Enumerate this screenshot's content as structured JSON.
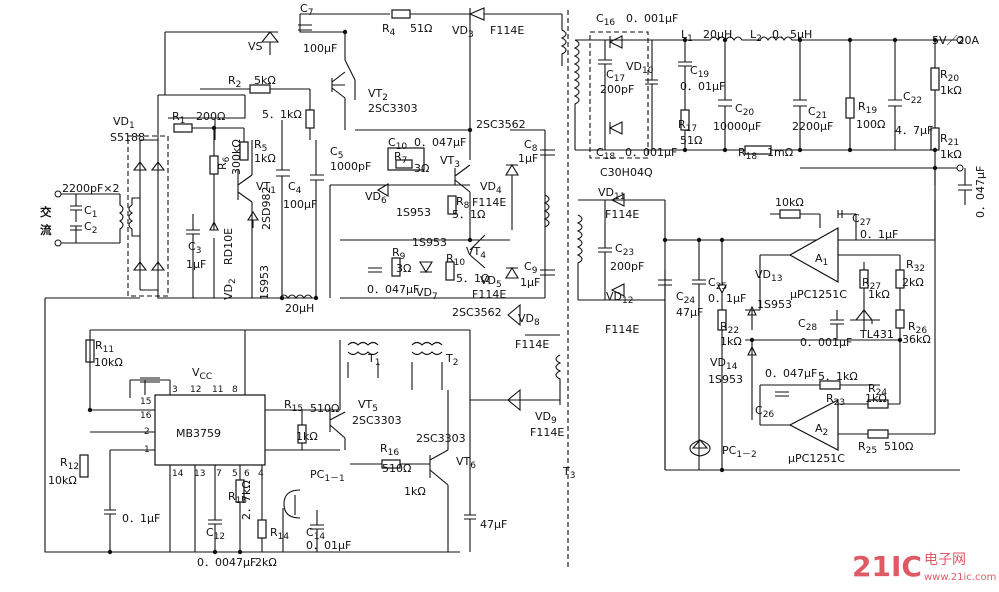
{
  "labels": {
    "out_label": "5V／20A",
    "r20": "R",
    "r20s": "20",
    "r20v": "1kΩ",
    "r21": "R",
    "r21s": "21",
    "r21v": "1kΩ",
    "r19": "R",
    "r19s": "19",
    "r19v": "100Ω",
    "c22": "C",
    "c22s": "22",
    "c22v": "4．7μF",
    "c21": "C",
    "c21s": "21",
    "c21v": "2200μF",
    "c20": "C",
    "c20s": "20",
    "c20v": "10000μF",
    "c19": "C",
    "c19s": "19",
    "c19v": "0．01μF",
    "r17": "R",
    "r17s": "17",
    "r17v": "51Ω",
    "r18": "R",
    "r18s": "18",
    "r18v": "1mΩ",
    "l1": "L",
    "l1s": "1",
    "l1v": "20μH",
    "l2": "L",
    "l2s": "2",
    "l2v": "0．5μH",
    "c16": "C",
    "c16s": "16",
    "c16v": "0．001μF",
    "c17": "C",
    "c17s": "17",
    "c17v": "200pF",
    "c18": "C",
    "c18s": "18",
    "c18v": "0．001μF",
    "vd10": "VD",
    "vd10s": "10",
    "diode_pair": "C30H04Q",
    "cout_v": "0．047μF",
    "vd11": "VD",
    "vd11s": "11",
    "vd11t": "F114E",
    "vd12": "VD",
    "vd12s": "12",
    "vd12t": "F114E",
    "c23": "C",
    "c23s": "23",
    "c23v": "200pF",
    "c24": "C",
    "c24s": "24",
    "c24v": "47μF",
    "c25": "C",
    "c25s": "25",
    "c25v": "0．1μF",
    "vd13": "VD",
    "vd13s": "13",
    "vd13t": "1S953",
    "r22": "R",
    "r22s": "22",
    "r22v": "1kΩ",
    "vd14": "VD",
    "vd14s": "14",
    "vd14t": "1S953",
    "a1": "A",
    "a1s": "1",
    "a1t": "μPC1251C",
    "a2": "A",
    "a2s": "2",
    "a2t": "μPC1251C",
    "c27": "C",
    "c27s": "27",
    "c27v": "0．1μF",
    "r10k": "10kΩ",
    "r27": "R",
    "r27s": "27",
    "r27v": "1kΩ",
    "r32": "R",
    "r32s": "32",
    "r32v": "2kΩ",
    "r26": "R",
    "r26s": "26",
    "r26v": "36kΩ",
    "c28": "C",
    "c28s": "28",
    "c28v": "0．001μF",
    "tl431": "TL431",
    "c26": "C",
    "c26s": "26",
    "c26v": "0．047μF",
    "r23": "R",
    "r23s": "23",
    "r23v": "5．1kΩ",
    "r24": "R",
    "r24s": "24",
    "r24v": "1kΩ",
    "r25": "R",
    "r25s": "25",
    "r25v": "510Ω",
    "pc12": "PC",
    "pc12s": "1－2",
    "t3": "T",
    "t3s": "3",
    "c16b": "C",
    "vs": "VS",
    "c7": "C",
    "c7s": "7",
    "c7v": "100μF",
    "r4": "R",
    "r4s": "4",
    "r4v": "51Ω",
    "vd3": "VD",
    "vd3s": "3",
    "vd3t": "F114E",
    "vt2": "VT",
    "vt2s": "2",
    "vt2t": "2SC3303",
    "r2": "R",
    "r2s": "2",
    "r2v": "5kΩ",
    "r1": "R",
    "r1s": "1",
    "r1v": "200Ω",
    "r51k": "5．1kΩ",
    "vd1": "VD",
    "vd1s": "1",
    "vd1t": "S5188",
    "r5": "R",
    "r5s": "5",
    "r5v": "1kΩ",
    "r6": "R",
    "r6s": "6",
    "r6v": "300kΩ",
    "c2200": "2200pF×2",
    "c1": "C",
    "c1s": "1",
    "c2": "C",
    "c2s": "2",
    "ac1": "交",
    "ac2": "流",
    "c3": "C",
    "c3s": "3",
    "c3v": "1μF",
    "rd10e": "RD10E",
    "vt1": "VT",
    "vt1s": "1",
    "vt1t": "2SD982",
    "c4": "C",
    "c4s": "4",
    "c4v": "100μF",
    "vd2": "VD",
    "vd2s": "2",
    "vd2t": "1S953",
    "c5": "C",
    "c5s": "5",
    "c5v": "1000pF",
    "l20": "20μH",
    "q2sc3562a": "2SC3562",
    "q2sc3562b": "2SC3562",
    "c10": "C",
    "c10s": "10",
    "c10v": "0．047μF",
    "r7": "R",
    "r7s": "7",
    "r7v": "3Ω",
    "vt3": "VT",
    "vt3s": "3",
    "vd6": "VD",
    "vd6s": "6",
    "vd6t": "1S953",
    "r8": "R",
    "r8s": "8",
    "r8v": "5．1Ω",
    "vd4": "VD",
    "vd4s": "4",
    "vd4t": "F114E",
    "c8": "C",
    "c8s": "8",
    "c8v": "1μF",
    "c9": "C",
    "c9s": "9",
    "c9v": "1μF",
    "vd5": "VD",
    "vd5s": "5",
    "vd5t": "F114E",
    "vt4": "VT",
    "vt4s": "4",
    "r9": "R",
    "r9s": "9",
    "r9v": "3Ω",
    "r10": "R",
    "r10s": "10",
    "r10v": "5．1Ω",
    "vd7": "VD",
    "vd7s": "7",
    "vd7t": "1S953",
    "c11": "0．047μF",
    "vd8": "VD",
    "vd8s": "8",
    "vd8t": "F114E",
    "vd9": "VD",
    "vd9s": "9",
    "vd9t": "F114E",
    "t1": "T",
    "t1s": "1",
    "t2": "T",
    "t2s": "2",
    "r11": "R",
    "r11s": "11",
    "r11v": "10kΩ",
    "vcc": "V",
    "vccs": "CC",
    "ic": "MB3759",
    "p3": "3",
    "p12": "12",
    "p11": "11",
    "p8": "8",
    "p15": "15",
    "p16": "16",
    "p2": "2",
    "p1": "1",
    "p14": "14",
    "p13": "13",
    "p7": "7",
    "p5": "5",
    "p6": "6",
    "p4": "4",
    "r12": "R",
    "r12s": "12",
    "r12v": "10kΩ",
    "c01": "0．1μF",
    "r13": "R",
    "r13s": "13",
    "r13v": "2．7kΩ",
    "c12": "C",
    "c12s": "12",
    "c12v": "0．0047μF",
    "r14": "R",
    "r14s": "14",
    "r14v": "2kΩ",
    "c14": "C",
    "c14s": "14",
    "c14v": "0．01μF",
    "pc11": "PC",
    "pc11s": "1－1",
    "r15": "R",
    "r15s": "15",
    "r15v": "510Ω",
    "vt5": "VT",
    "vt5s": "5",
    "vt5t": "2SC3303",
    "r1k5": "1kΩ",
    "r16": "R",
    "r16s": "16",
    "r16v": "510Ω",
    "vt6": "VT",
    "vt6s": "6",
    "vt6t": "2SC3303",
    "r1k6": "1kΩ",
    "c47": "47μF",
    "vd10t": "",
    "vd11b": ""
  },
  "watermark": {
    "brand": "21IC",
    "cn": "电子网",
    "url": "www.21ic.com"
  }
}
